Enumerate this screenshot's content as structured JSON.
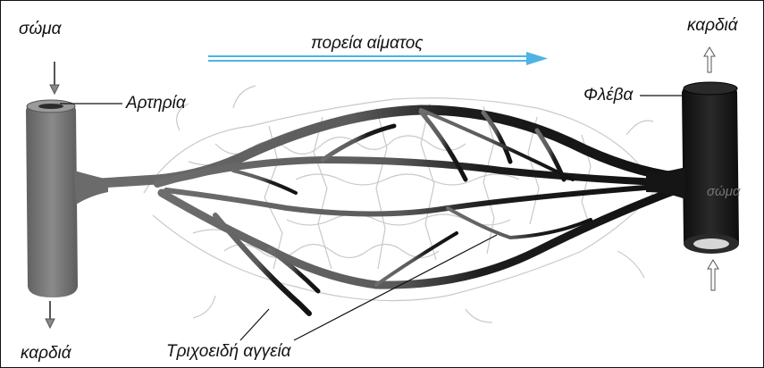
{
  "labels": {
    "body_top_left": "σώμα",
    "flow_direction": "πορεία αίματος",
    "heart_top_right": "καρδιά",
    "artery": "Αρτηρία",
    "vein": "Φλέβα",
    "body_right": "σώμα",
    "heart_bottom_left": "καρδιά",
    "capillaries": "Τριχοειδή αγγεία"
  },
  "colors": {
    "artery_fill": "#7a7a7a",
    "vein_fill": "#1a1a1a",
    "flow_arrow": "#4fb3e6",
    "capillary_mesh": "#c8c8c8"
  }
}
